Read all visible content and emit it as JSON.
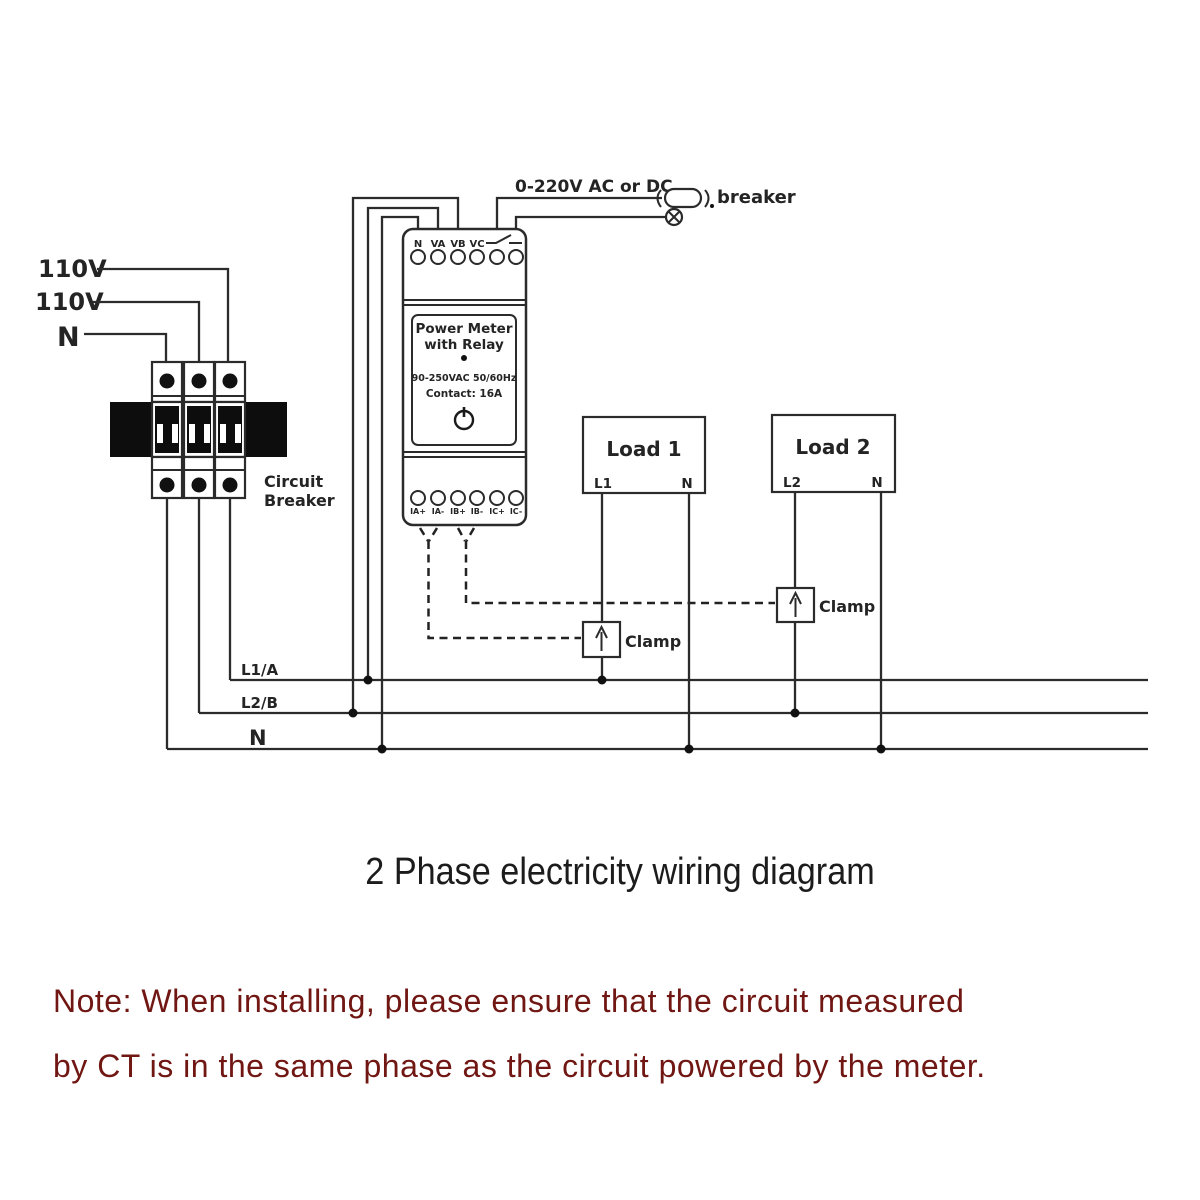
{
  "colors": {
    "background": "#ffffff",
    "wire": "#2b2b2b",
    "label_red": "#8a1a10",
    "note_red": "#701713",
    "title_black": "#1c1c1c"
  },
  "supply": {
    "line1": "110V",
    "line2": "110V",
    "line3": "N"
  },
  "breaker": {
    "label_line1": "Circuit",
    "label_line2": "Breaker"
  },
  "buses": {
    "l1": "L1/A",
    "l2": "L2/B",
    "n": "N"
  },
  "relay_circuit": {
    "voltage_label": "0-220V AC or DC",
    "breaker_label": "breaker"
  },
  "meter": {
    "top_terminals": [
      "N",
      "VA",
      "VB",
      "VC"
    ],
    "name_line1": "Power Meter",
    "name_line2": "with Relay",
    "spec_line1": "90-250VAC 50/60Hz",
    "spec_line2": "Contact: 16A",
    "bottom_terminals": [
      "IA+",
      "IA-",
      "IB+",
      "IB-",
      "IC+",
      "IC-"
    ]
  },
  "loads": [
    {
      "name": "Load 1",
      "left_terminal": "L1",
      "right_terminal": "N"
    },
    {
      "name": "Load 2",
      "left_terminal": "L2",
      "right_terminal": "N"
    }
  ],
  "clamps": [
    {
      "label": "Clamp"
    },
    {
      "label": "Clamp"
    }
  ],
  "icons": {
    "relay_contact": "relay-contact-icon",
    "power": "power-icon",
    "clamp_arrow": "arrow-up-icon",
    "fuse": "fuse-breaker-icon",
    "lamp": "crossed-circle-icon"
  },
  "title": "2 Phase electricity wiring diagram",
  "note": {
    "line1": "Note: When installing, please ensure that the circuit measured",
    "line2": "by CT is in the same phase as the circuit powered by the meter."
  }
}
